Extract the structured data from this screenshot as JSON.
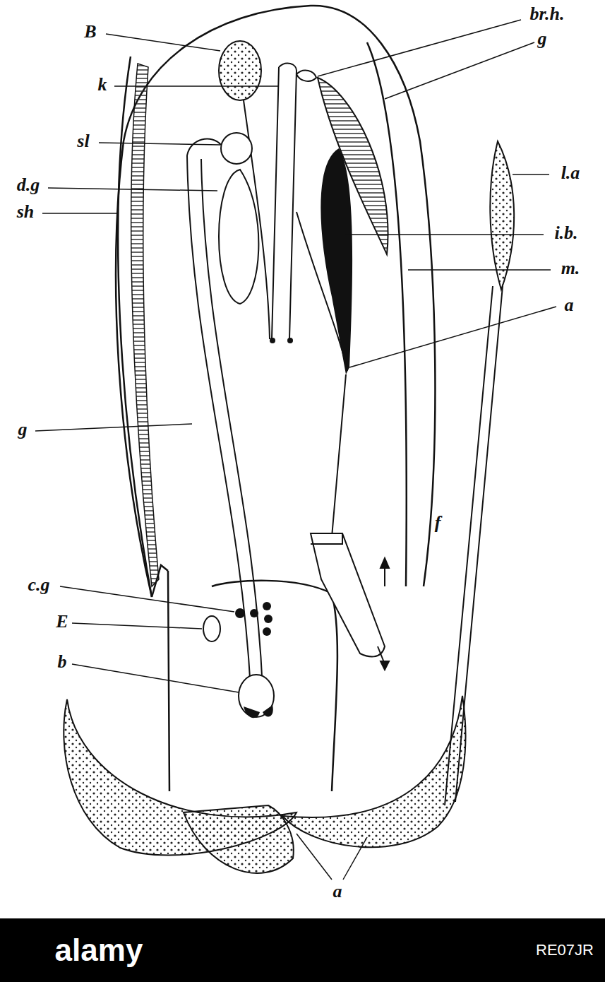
{
  "diagram": {
    "labels": [
      "B",
      "br.h.",
      "k",
      "g",
      "sl",
      "l.a",
      "d.g",
      "sh",
      "i.b.",
      "m.",
      "a",
      "g",
      "f",
      "c.g",
      "E",
      "b",
      "a",
      "alamy",
      "RE07JR"
    ]
  }
}
